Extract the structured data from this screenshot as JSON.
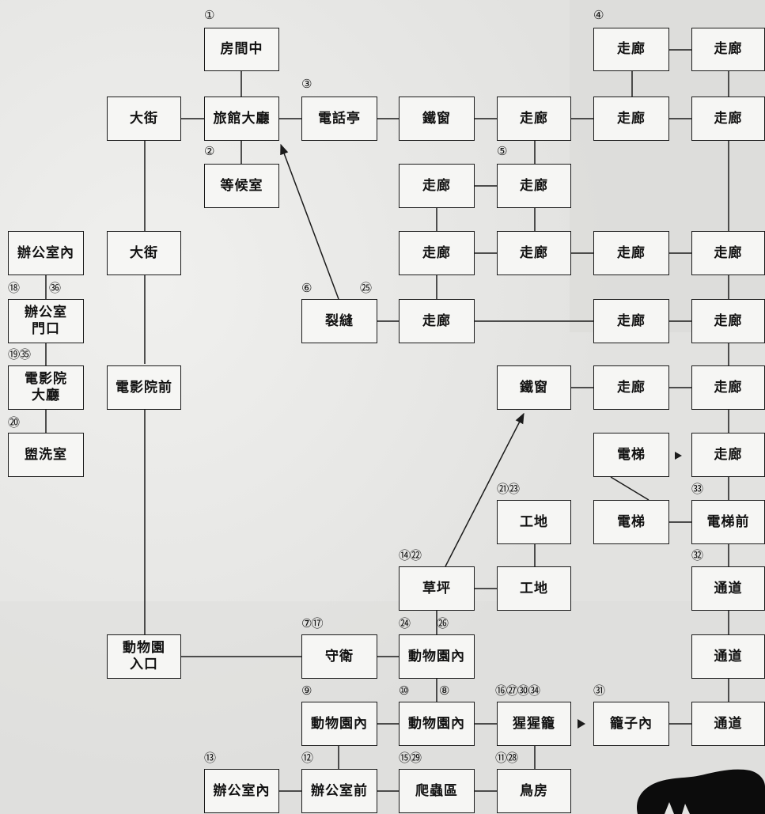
{
  "colors": {
    "background": "#e4e4e2",
    "box_fill": "#f6f6f4",
    "line": "#1b1b1b",
    "critter": "#0c0c0c"
  },
  "rooms": {
    "room_01": "房間中",
    "hotel_lobby": "旅館大廳",
    "street_top": "大街",
    "waiting_room": "等候室",
    "phone_booth": "電話亭",
    "iron_window_top": "鐵窗",
    "corr_r1c5_top": "走廊",
    "corr_r0c6": "走廊",
    "corr_r0c7": "走廊",
    "corr_r1c6": "走廊",
    "corr_r1c7": "走廊",
    "corr_r2c4": "走廊",
    "corr_r2c5": "走廊",
    "corr_r3c4": "走廊",
    "corr_r3c5": "走廊",
    "corr_r3c6": "走廊",
    "corr_r3c7": "走廊",
    "corr_r4c4": "走廊",
    "corr_r4c6": "走廊",
    "corr_r4c7": "走廊",
    "corr_r5c6": "走廊",
    "corr_r5c7": "走廊",
    "corr_r6c7": "走廊",
    "crack": "裂縫",
    "office_inside_left": "辦公室內",
    "street_mid": "大街",
    "office_door": "辦公室\n門口",
    "cinema_lobby": "電影院\n大廳",
    "cinema_front": "電影院前",
    "washroom": "盥洗室",
    "iron_window_mid": "鐵窗",
    "elevator_a": "電梯",
    "elevator_b": "電梯",
    "elevator_front": "電梯前",
    "construction_a": "工地",
    "construction_b": "工地",
    "lawn": "草坪",
    "passage_a": "通道",
    "passage_b": "通道",
    "passage_c": "通道",
    "zoo_entrance": "動物園\n入口",
    "guard": "守衛",
    "zoo_inside_a": "動物園內",
    "zoo_inside_b": "動物園內",
    "zoo_inside_c": "動物園內",
    "orangutan_cage": "猩猩籠",
    "in_cage": "籠子內",
    "office_inside_bottom": "辦公室內",
    "office_front": "辦公室前",
    "reptile_area": "爬蟲區",
    "bird_house": "鳥房"
  },
  "markers": {
    "m_room": "①",
    "m_waiting": "②",
    "m_phone": "③",
    "m_corridor_top": "④",
    "m_corridor_mid": "⑤",
    "m_crack_left": "⑥",
    "m_crack_right": "㉕",
    "m_office_a": "⑱",
    "m_office_b": "㊱",
    "m_cinema": "⑲㉟",
    "m_washroom": "⑳",
    "m_construction": "㉑㉓",
    "m_elevator": "㉝",
    "m_lawn": "⑭㉒",
    "m_passage": "㉜",
    "m_guard": "⑦⑰",
    "m_zoo_a": "㉔",
    "m_zoo_b": "㉖",
    "m_zoo_left": "⑨",
    "m_zoo_mid_a": "⑩",
    "m_zoo_mid_b": "⑧",
    "m_orangutan": "⑯㉗㉚㉞",
    "m_cage": "㉛",
    "m_office_bottom": "⑬",
    "m_office_front": "⑫",
    "m_reptile": "⑮㉙",
    "m_bird": "⑪㉘"
  }
}
